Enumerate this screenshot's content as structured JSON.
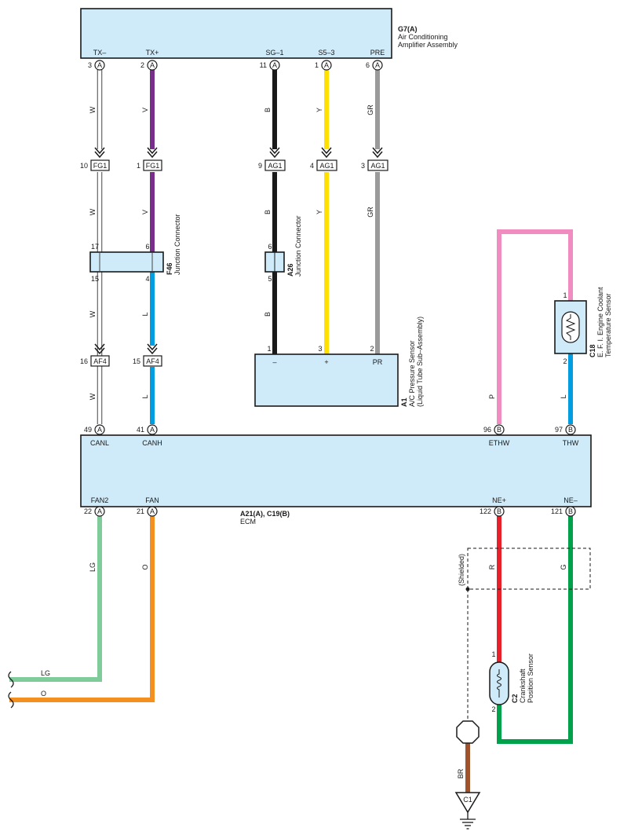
{
  "components": {
    "g7": {
      "id": "G7(A)",
      "name_line1": "Air Conditioning",
      "name_line2": "Amplifier Assembly",
      "pins": [
        {
          "label": "TX–",
          "num": "3",
          "conn": "A"
        },
        {
          "label": "TX+",
          "num": "2",
          "conn": "A"
        },
        {
          "label": "SG–1",
          "num": "11",
          "conn": "A"
        },
        {
          "label": "S5–3",
          "num": "1",
          "conn": "A"
        },
        {
          "label": "PRE",
          "num": "6",
          "conn": "A"
        }
      ]
    },
    "ecm": {
      "id": "A21(A), C19(B)",
      "name": "ECM",
      "top_pins": [
        {
          "label": "CANL",
          "num": "49",
          "conn": "A"
        },
        {
          "label": "CANH",
          "num": "41",
          "conn": "A"
        },
        {
          "label": "ETHW",
          "num": "96",
          "conn": "B"
        },
        {
          "label": "THW",
          "num": "97",
          "conn": "B"
        }
      ],
      "bottom_pins": [
        {
          "label": "FAN2",
          "num": "22",
          "conn": "A"
        },
        {
          "label": "FAN",
          "num": "21",
          "conn": "A"
        },
        {
          "label": "NE+",
          "num": "122",
          "conn": "B"
        },
        {
          "label": "NE–",
          "num": "121",
          "conn": "B"
        }
      ]
    },
    "a1": {
      "id": "A1",
      "name_line1": "A/C Pressure Sensor",
      "name_line2": "(Liquid Tube Sub–Assembly)",
      "pins": [
        {
          "label": "–",
          "num": "1"
        },
        {
          "label": "+",
          "num": "3"
        },
        {
          "label": "PR",
          "num": "2"
        }
      ]
    },
    "f46": {
      "id": "F46",
      "name": "Junction Connector",
      "pins": [
        "17",
        "6",
        "15",
        "4"
      ]
    },
    "a26": {
      "id": "A26",
      "name": "Junction Connector",
      "pins": [
        "6",
        "5"
      ]
    },
    "c18": {
      "id": "C18",
      "name_line1": "E. F. I.  Engine Coolant",
      "name_line2": "Temperature Sensor",
      "pins": [
        "1",
        "2"
      ]
    },
    "c2": {
      "id": "C2",
      "name_line1": "Crankshaft",
      "name_line2": "Position Sensor",
      "pins": [
        "1",
        "2"
      ]
    },
    "ground": {
      "id": "C1"
    }
  },
  "connectors": {
    "fg1": {
      "label": "FG1",
      "pins": [
        "10",
        "1"
      ]
    },
    "ag1": {
      "label": "AG1",
      "pins": [
        "9",
        "4",
        "3"
      ]
    },
    "af4": {
      "label": "AF4",
      "pins": [
        "16",
        "15"
      ]
    }
  },
  "wire_codes": {
    "w": "W",
    "v": "V",
    "b": "B",
    "y": "Y",
    "gr": "GR",
    "l": "L",
    "p": "P",
    "lg": "LG",
    "o": "O",
    "r": "R",
    "g": "G",
    "br": "BR"
  },
  "shield_label": "(Shielded)",
  "colors": {
    "component_fill": "#cfeaf8",
    "white": "#ffffff",
    "violet": "#7a2e8c",
    "black": "#1a1a1a",
    "yellow": "#ffe000",
    "gray": "#9a9a9a",
    "blue": "#009de0",
    "pink": "#f08cc0",
    "light_green": "#7fcc9a",
    "orange": "#f39020",
    "red": "#e8202a",
    "green": "#00a14b",
    "brown": "#a0522d"
  }
}
